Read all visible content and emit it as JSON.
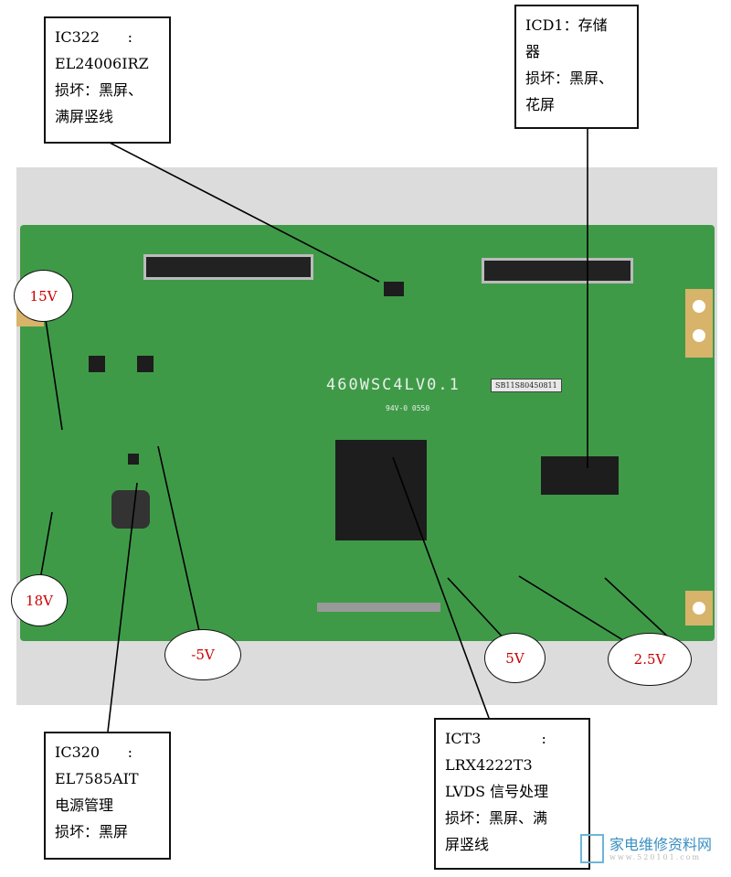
{
  "board": {
    "silkscreen": "460WSC4LV0.1",
    "sticker": "SB11S80450811",
    "marking": "94V-0 0550"
  },
  "callouts": {
    "ic322": {
      "line1": "IC322      :",
      "line2": "EL24006IRZ",
      "line3": "损坏：黑屏、",
      "line4": "满屏竖线"
    },
    "icd1": {
      "line1": "ICD1：存储",
      "line2": "器",
      "line3": "损坏：黑屏、",
      "line4": "花屏"
    },
    "ic320": {
      "line1": "IC320      :",
      "line2": "EL7585AIT",
      "line3": "电源管理",
      "line4": "损坏：黑屏"
    },
    "ict3": {
      "line1": "ICT3             :",
      "line2": "LRX4222T3",
      "line3": "LVDS 信号处理",
      "line4": "损坏：黑屏、满",
      "line5": "屏竖线"
    }
  },
  "voltages": {
    "v15": "15V",
    "v18": "18V",
    "vneg5": "-5V",
    "v5": "5V",
    "v25": "2.5V"
  },
  "watermark": {
    "title": "家电维修资料网",
    "url": "www.520101.com"
  }
}
